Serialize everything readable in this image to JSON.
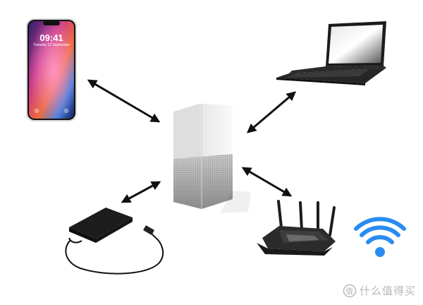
{
  "phone": {
    "time": "09:41",
    "date": "Tuesday 12 September"
  },
  "watermark": {
    "text": "什么值得买"
  },
  "colors": {
    "arrow": "#111111",
    "wifi": "#2a8cf0",
    "nas_top": "#f4f4f4",
    "nas_bottom": "#9c9c9c",
    "router": "#2b2b2b",
    "drive": "#1b1b1b"
  },
  "icons": [
    "phone-icon",
    "laptop-icon",
    "nas-icon",
    "external-drive-icon",
    "router-icon",
    "wifi-icon"
  ]
}
